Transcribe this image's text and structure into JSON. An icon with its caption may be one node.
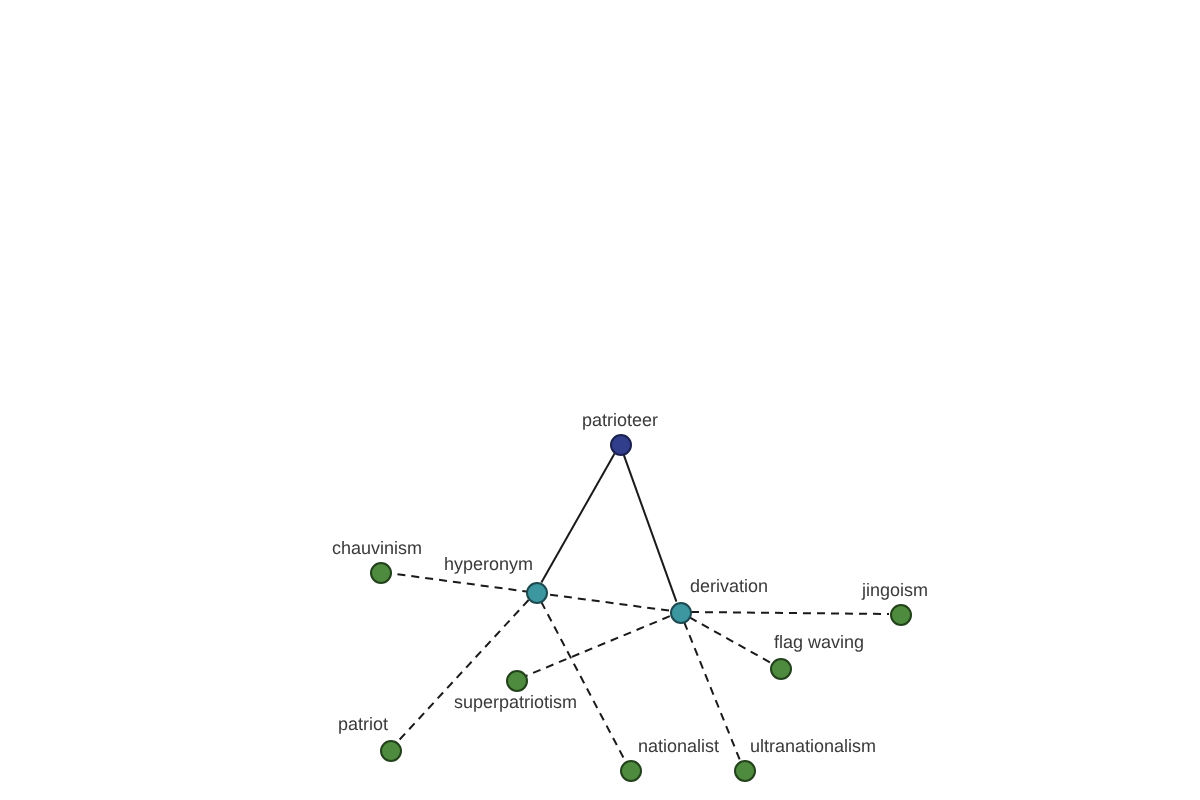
{
  "diagram": {
    "nodes": [
      {
        "text": [
          "patrioteer"
        ]
      },
      {
        "text": [
          "chauvinism"
        ]
      },
      {
        "text": [
          "hyperonym"
        ]
      },
      {
        "text": [
          "derivation"
        ]
      },
      {
        "text": [
          "jingoism"
        ]
      },
      {
        "text": [
          "superpatriotism"
        ]
      },
      {
        "text": [
          "flag waving"
        ]
      },
      {
        "text": [
          "patriot"
        ]
      },
      {
        "text": [
          "nationalist"
        ]
      },
      {
        "text": [
          "ultranationalism"
        ]
      }
    ],
    "edges": [
      {
        "from": 0,
        "to": 2,
        "arrow": "none"
      },
      {
        "from": 0,
        "to": 3,
        "arrow": "none"
      },
      {
        "from": 2,
        "to": 7,
        "arrow": "none",
        "style": "dashed"
      },
      {
        "from": 2,
        "to": 8,
        "arrow": "none",
        "style": "dashed"
      },
      {
        "from": 3,
        "to": 1,
        "arrow": "none",
        "style": "dashed"
      },
      {
        "from": 3,
        "to": 4,
        "arrow": "none",
        "style": "dashed"
      },
      {
        "from": 3,
        "to": 5,
        "arrow": "none",
        "style": "dashed"
      },
      {
        "from": 3,
        "to": 6,
        "arrow": "none",
        "style": "dashed"
      },
      {
        "from": 3,
        "to": 9,
        "arrow": "none",
        "style": "dashed"
      }
    ]
  }
}
